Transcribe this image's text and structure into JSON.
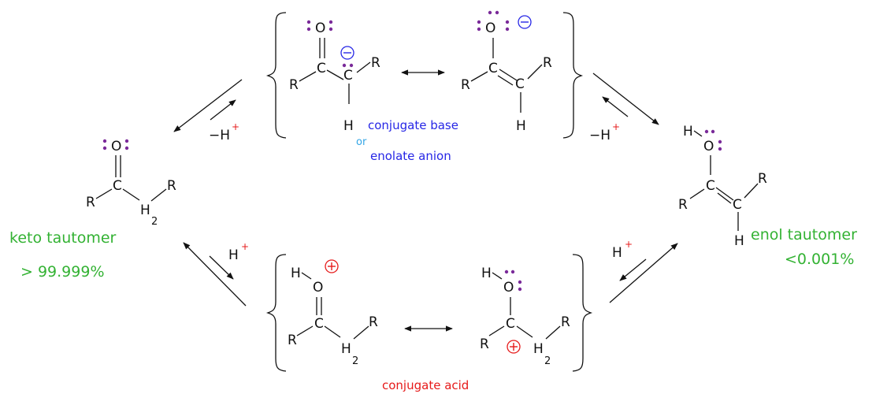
{
  "labels": {
    "keto_title": "keto tautomer",
    "keto_pct": "> 99.999%",
    "enol_title": "enol tautomer",
    "enol_pct": "<0.001%",
    "conj_base": "conjugate base",
    "or_word": "or",
    "enolate": "enolate anion",
    "conj_acid": "conjugate acid"
  },
  "atoms": {
    "O": "O",
    "C": "C",
    "R": "R",
    "H": "H",
    "CH2_H": "H",
    "CH2_sub": "2"
  },
  "reagents": {
    "minus_h": "−H",
    "h": "H",
    "plus": "+"
  },
  "colors": {
    "green": "#33b233",
    "blue": "#2626e6",
    "cyan": "#33a6e6",
    "red": "#e61a1a",
    "lone_pair": "#7a2a99"
  }
}
